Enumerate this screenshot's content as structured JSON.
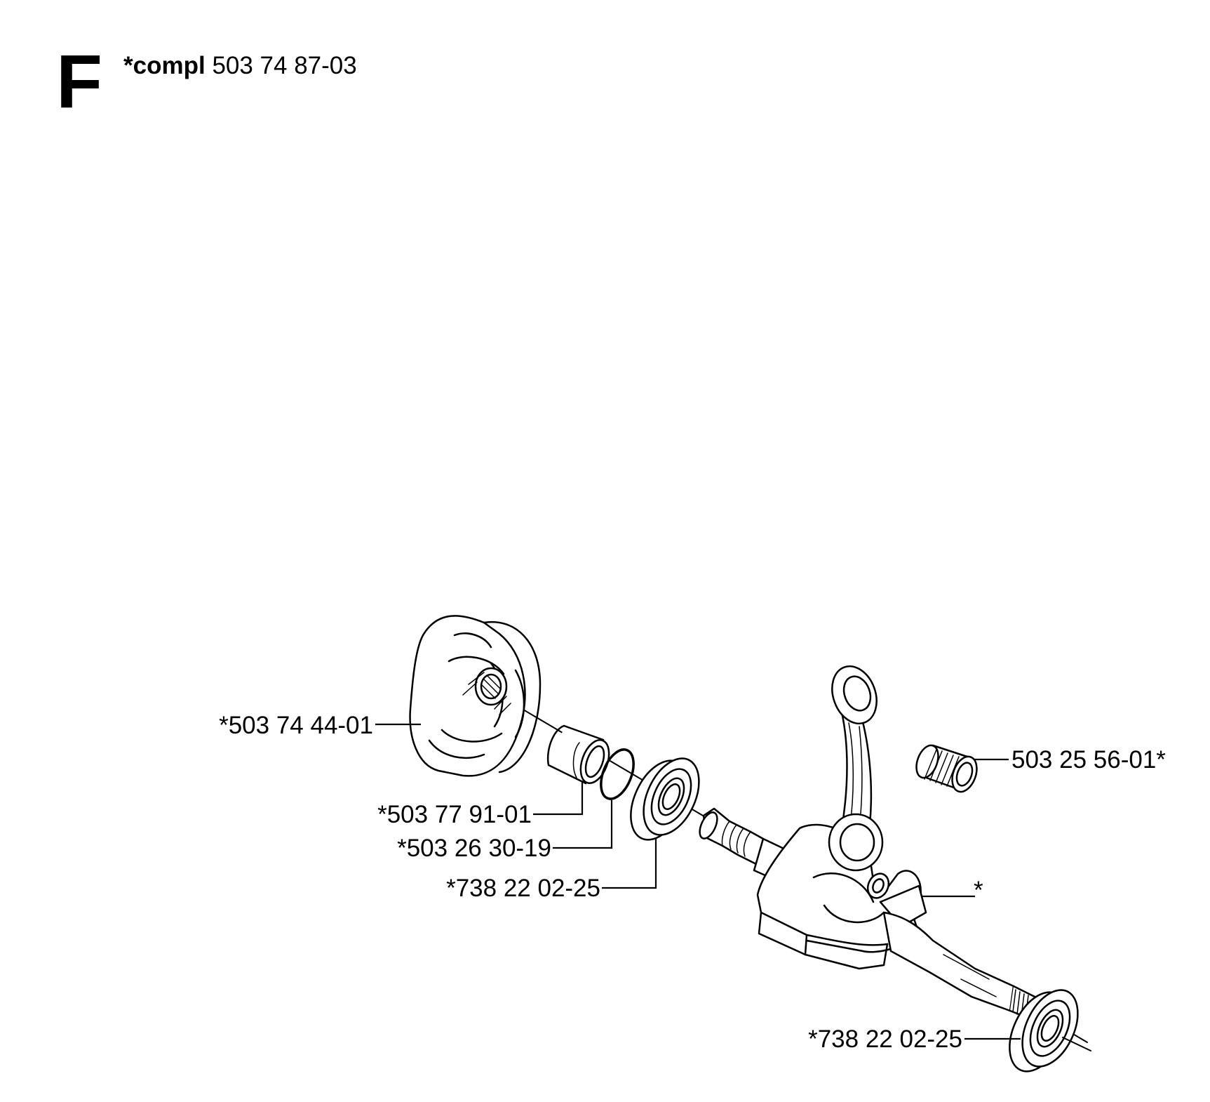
{
  "header": {
    "section_letter": "F",
    "assembly_prefix": "*compl",
    "assembly_number": "503 74 87-03"
  },
  "parts": [
    {
      "id": "clutch",
      "label": "*503 74 44-01"
    },
    {
      "id": "sleeve",
      "label": "*503 77 91-01"
    },
    {
      "id": "oring",
      "label": "*503 26 30-19"
    },
    {
      "id": "bearing-left",
      "label": "*738 22 02-25"
    },
    {
      "id": "needle-bearing",
      "label": "503 25 56-01*"
    },
    {
      "id": "crankshaft",
      "label": "*"
    },
    {
      "id": "bearing-right",
      "label": "*738 22 02-25"
    }
  ]
}
